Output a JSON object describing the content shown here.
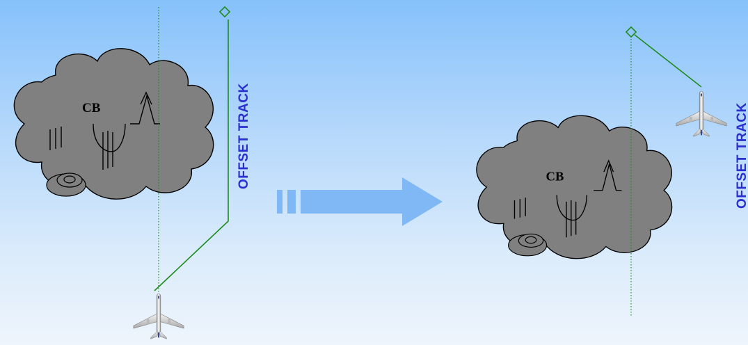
{
  "panels": {
    "before": {
      "cloud_label": "CB",
      "track_label": "OFFSET TRACK"
    },
    "after": {
      "cloud_label": "CB",
      "track_label": "OFFSET TRACK"
    }
  },
  "colors": {
    "track_line": "#1f8a1f",
    "original_track_dotted": "#1f8a1f",
    "cloud_fill": "#808080",
    "cloud_stroke": "#000000",
    "arrow_fill": "#7fb8f5",
    "label_blue": "#2b2fd0"
  },
  "icons": {
    "aircraft": "airplane-icon",
    "waypoint": "diamond-waypoint-icon",
    "progression": "block-arrow-right-icon"
  }
}
